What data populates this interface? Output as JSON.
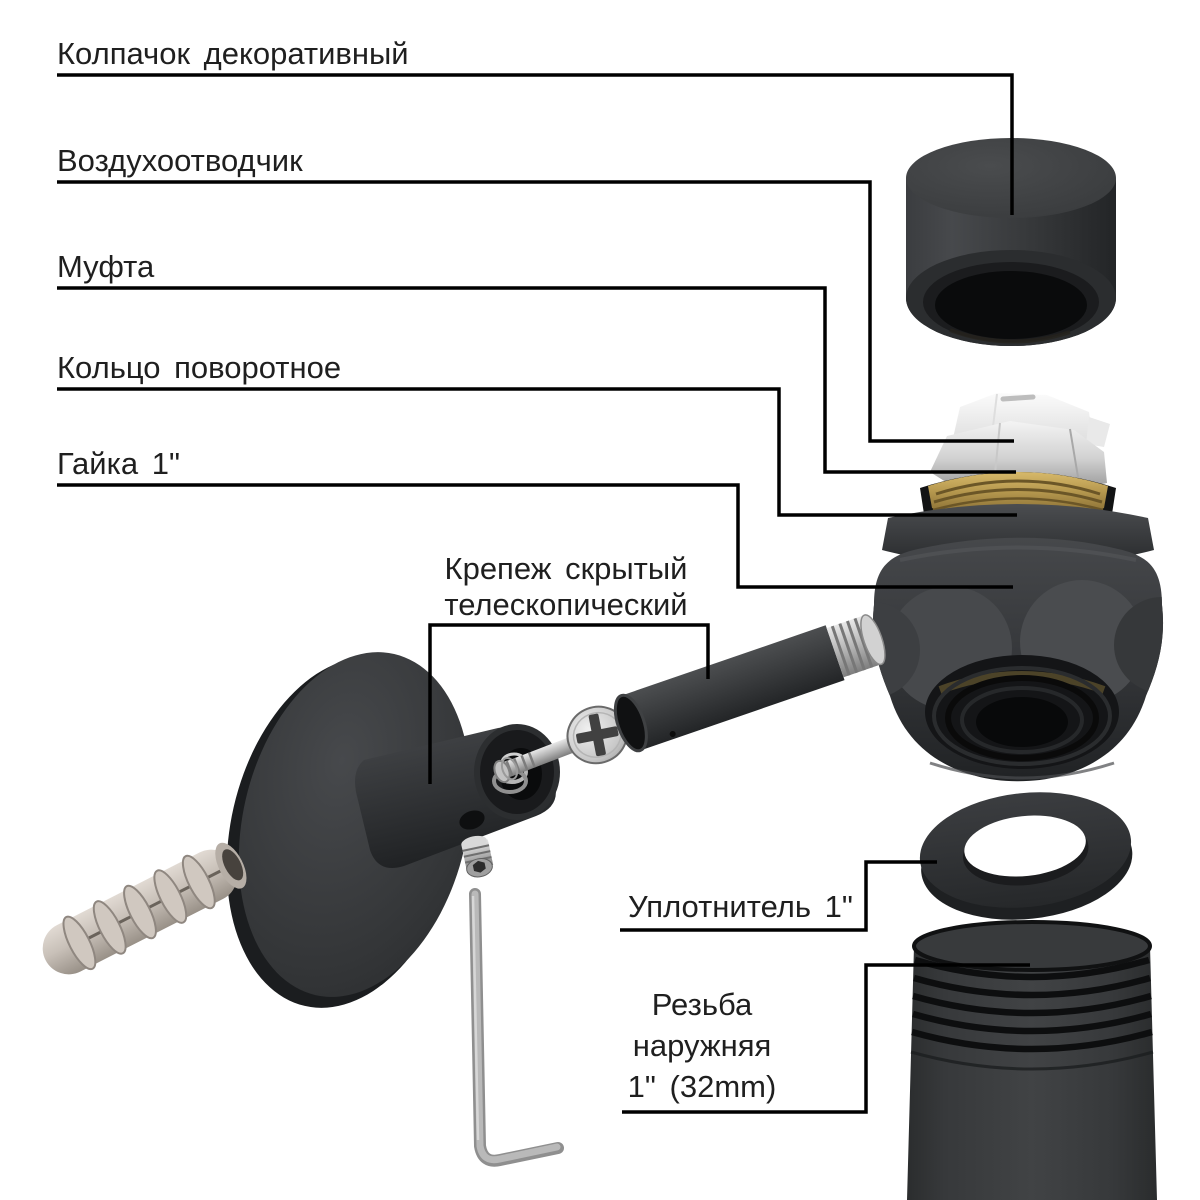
{
  "diagram": {
    "background_color": "#ffffff",
    "leader_line_color": "#000000",
    "label_text_color": "#1f1f1f",
    "labels": {
      "decorative_cap": "Колпачок декоративный",
      "air_vent": "Воздухоотводчик",
      "coupling": "Муфта",
      "swivel_ring": "Кольцо поворотное",
      "nut_1_inch": "Гайка 1\"",
      "hidden_fastener_line1": "Крепеж скрытый",
      "hidden_fastener_line2": "телескопический",
      "seal_1_inch": "Уплотнитель 1\"",
      "external_thread_line1": "Резьба",
      "external_thread_line2": "наружняя",
      "external_thread_line3": "1\" (32mm)"
    },
    "part_colors": {
      "black_part": "#2d2f31",
      "brass": "#b1975a",
      "chrome": "#d9d9d9",
      "white_plastic": "#f3f3f3",
      "steel": "#bfbfbf",
      "dowel_plastic": "#cdc5bd"
    }
  }
}
